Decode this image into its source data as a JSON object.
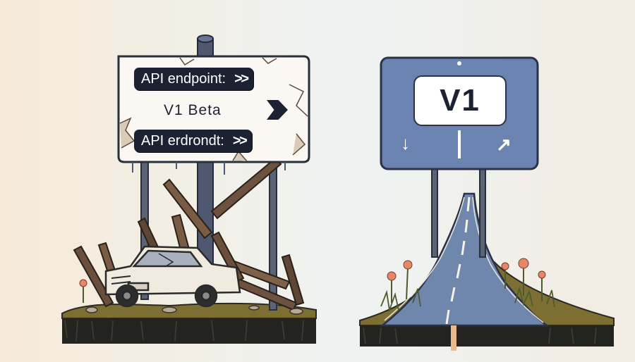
{
  "left_sign": {
    "line1": "API endpoint:",
    "line1_arrow": "> >",
    "line2": "V1 Beta",
    "line3": "API erdrondt:",
    "line3_arrow": "> >"
  },
  "right_sign": {
    "label": "V1",
    "arrow_left": "↓",
    "arrow_right": "↗"
  },
  "colors": {
    "sign_blue": "#6a83b0",
    "sign_dark": "#1d2233",
    "road": "#6f86ad",
    "grass": "#8a7a3c",
    "flowers": "#e7876a"
  }
}
